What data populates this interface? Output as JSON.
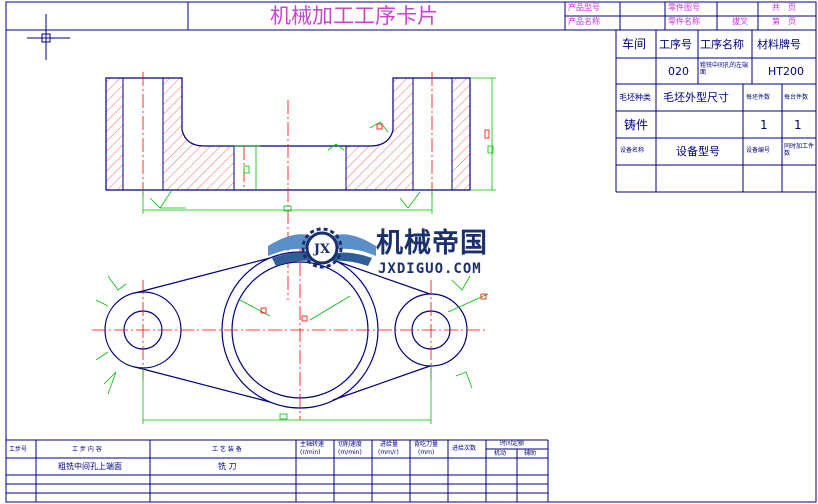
{
  "header": {
    "title": "机械加工工序卡片",
    "product_model_label": "产品型号",
    "product_name_label": "产品名称",
    "part_number_label": "零件图号",
    "part_name_label": "零件名称",
    "part_name_value": "拔叉",
    "total_pages_label": "共　页",
    "page_label": "第　页"
  },
  "info": {
    "workshop_label": "车间",
    "op_no_label": "工序号",
    "op_name_label": "工序名称",
    "material_label": "材料牌号",
    "op_no_value": "020",
    "op_name_value": "粗铣中间孔的左端面",
    "material_value": "HT200",
    "blank_type_label": "毛坯种类",
    "blank_size_label": "毛坯外型尺寸",
    "blank_qty_label": "每坯件数",
    "unit_qty_label": "每台件数",
    "blank_type_value": "铸件",
    "blank_qty_value": "1",
    "unit_qty_value": "1",
    "equipment_name_label": "设备名称",
    "equipment_model_label": "设备型号",
    "equipment_no_label": "设备编号",
    "simul_parts_label": "同时加工件数"
  },
  "steps": {
    "step_no_label": "工步号",
    "content_label": "工 步 内 容",
    "equipment_label": "工 艺 装 备",
    "spindle_label": "主轴转速",
    "spindle_unit": "(r/min)",
    "cut_speed_label": "切削速度",
    "cut_speed_unit": "(m/min)",
    "feed_label": "进给量",
    "feed_unit": "(mm/r)",
    "depth_label": "背吃刀量",
    "depth_unit": "(mm)",
    "passes_label": "进给次数",
    "time_label": "时间定额",
    "machine_time_label": "机动",
    "aux_time_label": "辅助",
    "row1_content": "粗铣中间孔上端面",
    "row1_tool": "铣 刀"
  },
  "watermark": {
    "brand": "机械帝国",
    "url": "JXDIGUO.COM",
    "emblem": "JX"
  },
  "colors": {
    "border": "#000080",
    "centerline": "#ff0000",
    "dimension": "#00c000",
    "title": "#cc44cc",
    "hatch": "#ff0000",
    "logo": "#1a2f6b"
  }
}
